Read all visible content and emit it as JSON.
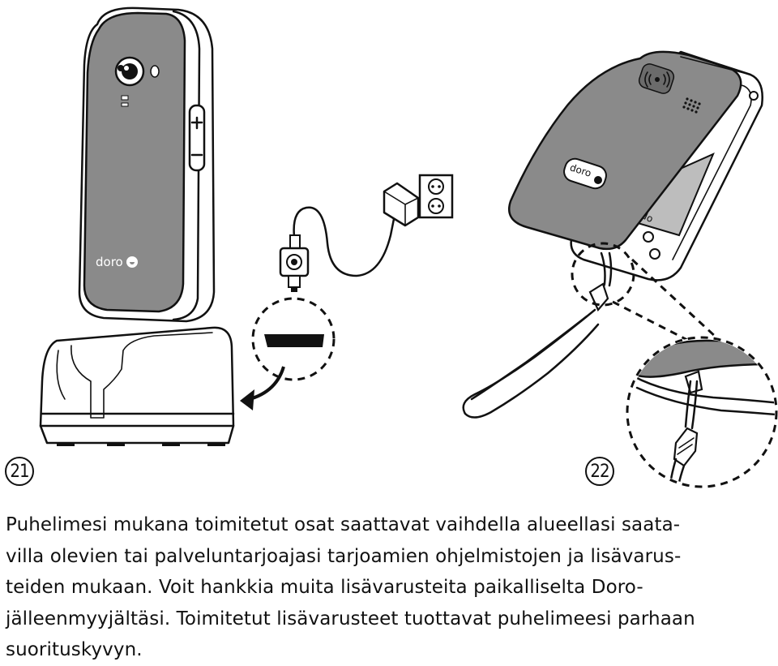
{
  "figures": {
    "step_21": {
      "number": "21",
      "phone_brand": "doro"
    },
    "step_22": {
      "number": "22",
      "phone_brand": "doro"
    }
  },
  "paragraph": {
    "lines": [
      "Puhelimesi mukana toimitetut osat saattavat vaihdella alueellasi saata-",
      "villa olevien tai palveluntarjoajasi tarjoamien ohjelmistojen ja lisävarus-",
      "teiden mukaan. Voit hankkia muita lisävarusteita paikalliselta Doro-",
      "jälleenmyyjältäsi. Toimitetut lisävarusteet tuottavat puhelimeesi parhaan",
      "suorituskyvyn."
    ]
  },
  "colors": {
    "phone_gray": "#8a8a8a",
    "line": "#111111",
    "screen": "#bdbdbd"
  }
}
